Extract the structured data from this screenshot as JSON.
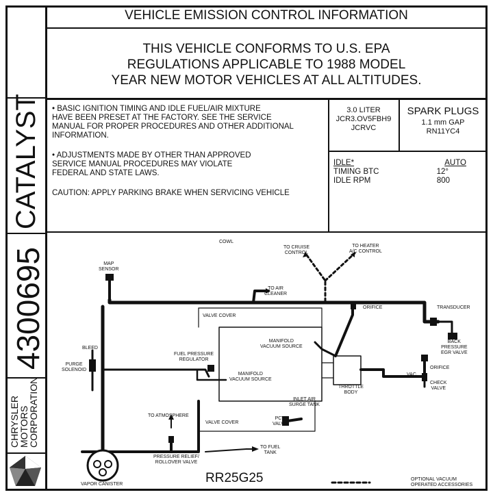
{
  "label": {
    "title": "VEHICLE EMISSION CONTROL INFORMATION",
    "headline": [
      "THIS VEHICLE CONFORMS TO U.S. EPA",
      "REGULATIONS APPLICABLE TO 1988 MODEL",
      "YEAR NEW MOTOR VEHICLES AT ALL ALTITUDES."
    ],
    "side_catalyst": "CATALYST",
    "side_part_number": "4300695",
    "maker": [
      "CHRYSLER",
      "MOTORS",
      "CORPORATION"
    ],
    "notes": [
      [
        "• BASIC IGNITION TIMING AND IDLE FUEL/AIR MIXTURE",
        "HAVE BEEN PRESET AT THE FACTORY. SEE THE SERVICE",
        "MANUAL FOR PROPER PROCEDURES AND OTHER ADDITIONAL",
        "INFORMATION."
      ],
      [
        "• ADJUSTMENTS MADE BY OTHER THAN APPROVED",
        "SERVICE MANUAL PROCEDURES MAY VIOLATE",
        "FEDERAL AND STATE LAWS."
      ],
      [
        "CAUTION: APPLY PARKING BRAKE WHEN SERVICING VEHICLE"
      ]
    ],
    "engine": [
      "3.0 LITER",
      "JCR3.OV5FBH9",
      "JCRVC"
    ],
    "spark_plugs": {
      "heading": "SPARK PLUGS",
      "lines": [
        "1.1 mm GAP",
        "RN11YC4"
      ]
    },
    "idle": {
      "heading": "IDLE*",
      "column": "AUTO",
      "rows": [
        {
          "name": "TIMING BTC",
          "value": "12°"
        },
        {
          "name": "IDLE RPM",
          "value": "800"
        }
      ]
    },
    "diagram_code": "RR25G25"
  },
  "diagram": {
    "labels": {
      "cowl": "COWL",
      "cruise": [
        "TO CRUISE",
        "CONTROL"
      ],
      "heater": [
        "TO HEATER",
        "A/C CONTROL"
      ],
      "map_sensor": [
        "MAP",
        "SENSOR"
      ],
      "air_cleaner": [
        "TO AIR",
        "CLEANER"
      ],
      "orifice_top": "ORIFICE",
      "transducer": "TRANSDUCER",
      "valve_cover_top": "VALVE COVER",
      "back_pressure": [
        "BACK",
        "PRESSURE",
        "EGR VALVE"
      ],
      "bleed": "BLEED",
      "manifold_vac_1": [
        "MANIFOLD",
        "VACUUM SOURCE"
      ],
      "fuel_regulator": [
        "FUEL PRESSURE",
        "REGULATOR"
      ],
      "orifice_right": "ORIFICE",
      "purge_solenoid": [
        "PURGE",
        "SOLENOID"
      ],
      "manifold_vac_2": [
        "MANIFOLD",
        "VACUUM SOURCE"
      ],
      "vac": "VAC",
      "check_valve": [
        "CHECK",
        "VALVE"
      ],
      "throttle_body": [
        "THROTTLE",
        "BODY"
      ],
      "inlet_air": [
        "INLET AIR",
        "SURGE TANK"
      ],
      "to_atmosphere": "TO ATMOSPHERE",
      "valve_cover_bottom": "VALVE COVER",
      "pcv_valve": [
        "PCV",
        "VALVE"
      ],
      "fuel_tank": [
        "TO FUEL",
        "TANK"
      ],
      "relief_valve": [
        "PRESSURE RELIEF/",
        "ROLLOVER VALVE"
      ],
      "vapor_canister": "VAPOR CANISTER",
      "legend_optional": [
        "OPTIONAL VACUUM",
        "OPERATED ACCESSORIES"
      ]
    }
  }
}
